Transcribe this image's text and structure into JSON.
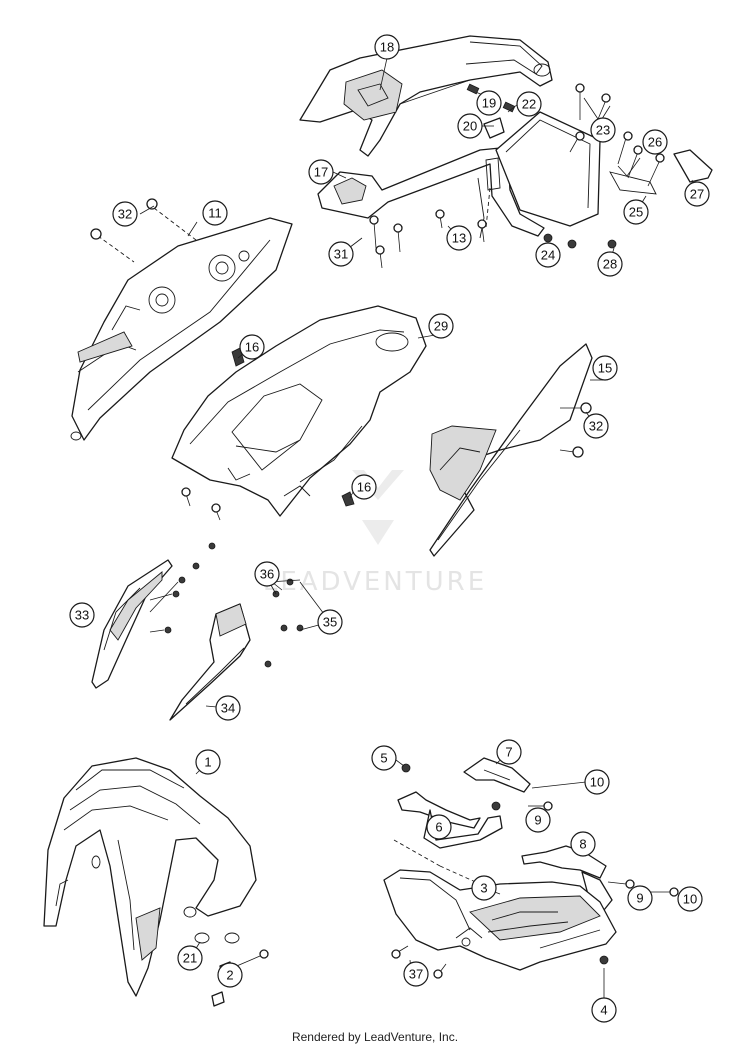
{
  "watermark": {
    "text": "LEADVENTURE"
  },
  "footer": {
    "text": "Rendered by LeadVenture, Inc."
  },
  "parts": {
    "p1": "1",
    "p2": "2",
    "p3": "3",
    "p4": "4",
    "p5": "5",
    "p6": "6",
    "p7": "7",
    "p8": "8",
    "p9a": "9",
    "p9b": "9",
    "p10a": "10",
    "p10b": "10",
    "p11": "11",
    "p13": "13",
    "p15": "15",
    "p16a": "16",
    "p16b": "16",
    "p17": "17",
    "p18": "18",
    "p19": "19",
    "p20": "20",
    "p21": "21",
    "p22": "22",
    "p23": "23",
    "p24": "24",
    "p25": "25",
    "p26": "26",
    "p27": "27",
    "p28": "28",
    "p29": "29",
    "p31": "31",
    "p32a": "32",
    "p32b": "32",
    "p33": "33",
    "p34": "34",
    "p35": "35",
    "p36": "36",
    "p37": "37"
  }
}
